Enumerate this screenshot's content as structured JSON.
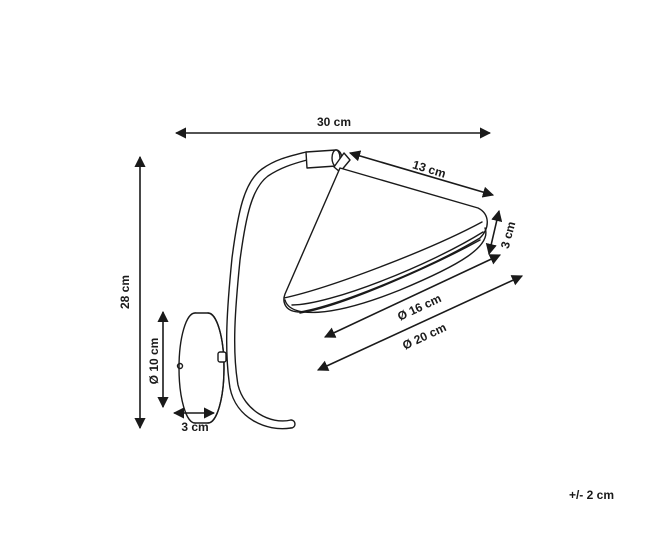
{
  "dimensions": {
    "width": "30 cm",
    "height": "28 cm",
    "shade_length": "13 cm",
    "shade_depth": "3 cm",
    "shade_inner_diameter": "Ø 16 cm",
    "shade_outer_diameter": "Ø 20 cm",
    "base_diameter": "Ø 10 cm",
    "base_depth": "3 cm"
  },
  "tolerance": "+/- 2 cm",
  "colors": {
    "ink": "#1a1a1a",
    "background": "#ffffff"
  }
}
